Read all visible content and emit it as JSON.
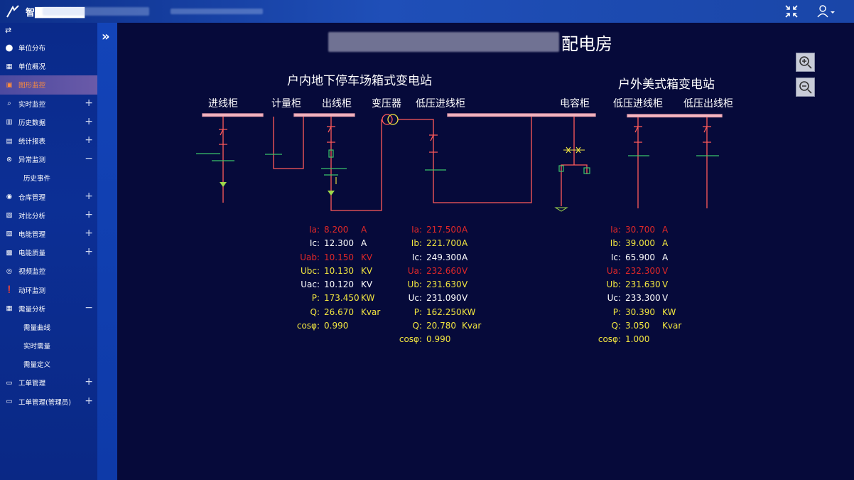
{
  "header": {
    "app_title": "智███████",
    "accent": "#1f4fb8"
  },
  "sidebar": {
    "items": [
      {
        "label": "单位分布",
        "icon": "map-pin-icon",
        "toggle": ""
      },
      {
        "label": "单位概况",
        "icon": "grid-icon",
        "toggle": ""
      },
      {
        "label": "图形监控",
        "icon": "diagram-icon",
        "toggle": "",
        "active": true
      },
      {
        "label": "实时监控",
        "icon": "monitor-search-icon",
        "toggle": "+"
      },
      {
        "label": "历史数据",
        "icon": "chart-icon",
        "toggle": "+"
      },
      {
        "label": "统计报表",
        "icon": "report-icon",
        "toggle": "+"
      },
      {
        "label": "异常监测",
        "icon": "alert-icon",
        "toggle": "−"
      },
      {
        "label": "历史事件",
        "icon": "",
        "toggle": "",
        "sub": true
      },
      {
        "label": "仓库管理",
        "icon": "warehouse-icon",
        "toggle": "+"
      },
      {
        "label": "对比分析",
        "icon": "compare-icon",
        "toggle": "+"
      },
      {
        "label": "电能管理",
        "icon": "energy-icon",
        "toggle": "+"
      },
      {
        "label": "电能质量",
        "icon": "quality-icon",
        "toggle": "+"
      },
      {
        "label": "视频监控",
        "icon": "camera-icon",
        "toggle": ""
      },
      {
        "label": "动环监测",
        "icon": "warning-icon",
        "toggle": ""
      },
      {
        "label": "需量分析",
        "icon": "analysis-icon",
        "toggle": "−"
      },
      {
        "label": "需量曲线",
        "icon": "",
        "toggle": "",
        "sub": true
      },
      {
        "label": "实时需量",
        "icon": "",
        "toggle": "",
        "sub": true
      },
      {
        "label": "需量定义",
        "icon": "",
        "toggle": "",
        "sub": true
      },
      {
        "label": "工单管理",
        "icon": "ticket-icon",
        "toggle": "+"
      },
      {
        "label": "工单管理(管理员)",
        "icon": "ticket-admin-icon",
        "toggle": "+"
      }
    ]
  },
  "main": {
    "title_suffix": "配电房",
    "station1": {
      "title": "户内地下停车场箱式变电站",
      "labels": [
        "进线柜",
        "计量柜",
        "出线柜",
        "变压器",
        "低压进线柜",
        "电容柜"
      ]
    },
    "station2": {
      "title": "户外美式箱变电站",
      "labels": [
        "低压进线柜",
        "低压出线柜"
      ]
    },
    "readings1": [
      {
        "k": "Ia:",
        "v": "8.200",
        "u": "A",
        "color": "red"
      },
      {
        "k": "Ic:",
        "v": "12.300",
        "u": "A",
        "color": "wht"
      },
      {
        "k": "Uab:",
        "v": "10.150",
        "u": "KV",
        "color": "red"
      },
      {
        "k": "Ubc:",
        "v": "10.130",
        "u": "KV",
        "color": "yel"
      },
      {
        "k": "Uac:",
        "v": "10.120",
        "u": "KV",
        "color": "wht"
      },
      {
        "k": "P:",
        "v": "173.450",
        "u": "KW",
        "color": "yel"
      },
      {
        "k": "Q:",
        "v": "26.670",
        "u": "Kvar",
        "color": "yel"
      },
      {
        "k": "cosφ:",
        "v": "0.990",
        "u": "",
        "color": "yel"
      }
    ],
    "readings2": [
      {
        "k": "Ia:",
        "v": "217.500",
        "u": "A",
        "color": "red"
      },
      {
        "k": "Ib:",
        "v": "221.700",
        "u": "A",
        "color": "yel"
      },
      {
        "k": "Ic:",
        "v": "249.300",
        "u": "A",
        "color": "wht"
      },
      {
        "k": "Ua:",
        "v": "232.660",
        "u": "V",
        "color": "red"
      },
      {
        "k": "Ub:",
        "v": "231.630",
        "u": "V",
        "color": "yel"
      },
      {
        "k": "Uc:",
        "v": "231.090",
        "u": "V",
        "color": "wht"
      },
      {
        "k": "P:",
        "v": "162.250",
        "u": "KW",
        "color": "yel"
      },
      {
        "k": "Q:",
        "v": "20.780",
        "u": "Kvar",
        "color": "yel"
      },
      {
        "k": "cosφ:",
        "v": "0.990",
        "u": "",
        "color": "yel"
      }
    ],
    "readings3": [
      {
        "k": "Ia:",
        "v": "30.700",
        "u": "A",
        "color": "red"
      },
      {
        "k": "Ib:",
        "v": "39.000",
        "u": "A",
        "color": "yel"
      },
      {
        "k": "Ic:",
        "v": "65.900",
        "u": "A",
        "color": "wht"
      },
      {
        "k": "Ua:",
        "v": "232.300",
        "u": "V",
        "color": "red"
      },
      {
        "k": "Ub:",
        "v": "231.630",
        "u": "V",
        "color": "yel"
      },
      {
        "k": "Uc:",
        "v": "233.300",
        "u": "V",
        "color": "wht"
      },
      {
        "k": "P:",
        "v": "30.390",
        "u": "KW",
        "color": "yel"
      },
      {
        "k": "Q:",
        "v": "3.050",
        "u": "Kvar",
        "color": "yel"
      },
      {
        "k": "cosφ:",
        "v": "1.000",
        "u": "",
        "color": "yel"
      }
    ]
  }
}
